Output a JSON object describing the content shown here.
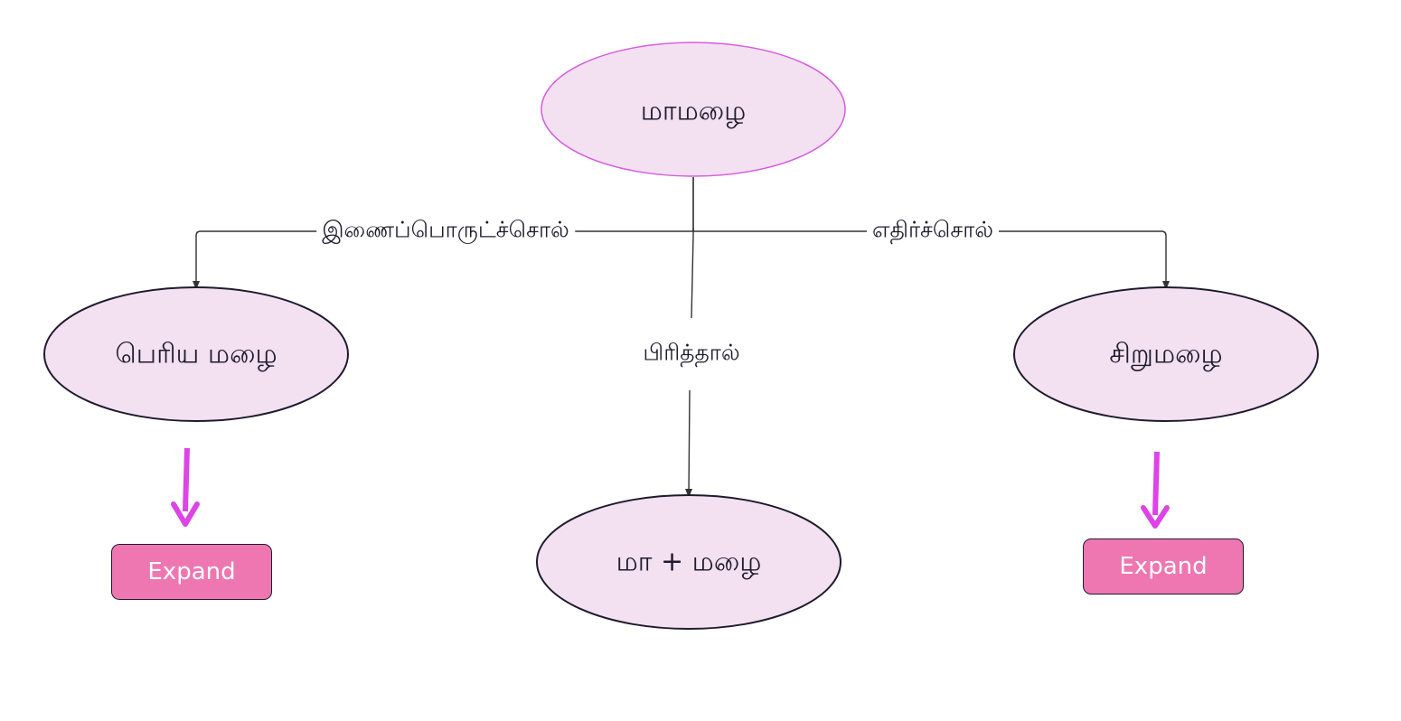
{
  "nodes": {
    "root": "மாமழை",
    "left": "பெரிய மழை",
    "middle": "மா + மழை",
    "right": "சிறுமழை"
  },
  "edges": {
    "synonym": "இணைப்பொருட்ச்சொல்",
    "split": "பிரித்தால்",
    "antonym": "எதிர்ச்சொல்"
  },
  "buttons": {
    "left_expand": "Expand",
    "right_expand": "Expand"
  },
  "colors": {
    "node_fill": "#f3e0f1",
    "root_stroke": "#d65bde",
    "node_stroke": "#1e1b2e",
    "arrow_magenta": "#dd44e6",
    "button_fill": "#ee77b2"
  }
}
